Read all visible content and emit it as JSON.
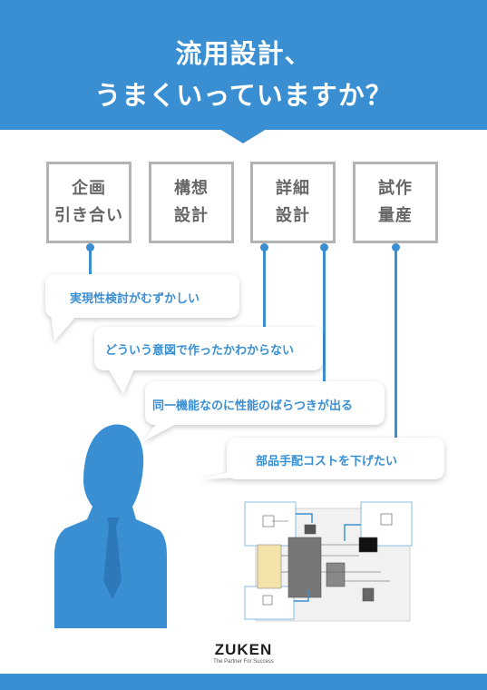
{
  "header": {
    "line1": "流用設計、",
    "line2": "うまくいっていますか？"
  },
  "stages": [
    {
      "line1": "企画",
      "line2": "引き合い"
    },
    {
      "line1": "構想",
      "line2": "設計"
    },
    {
      "line1": "詳細",
      "line2": "設計"
    },
    {
      "line1": "試作",
      "line2": "量産"
    }
  ],
  "bubbles": [
    "実現性検討がむずかしい",
    "どういう意図で作ったかわからない",
    "同一機能なのに性能のばらつきが出る",
    "部品手配コストを下げたい"
  ],
  "brand": {
    "name": "ZUKEN",
    "tagline": "The Partner For Success"
  },
  "colors": {
    "accent": "#3a8fd2",
    "stage_border": "#b3b3b3",
    "stage_text": "#666666"
  }
}
